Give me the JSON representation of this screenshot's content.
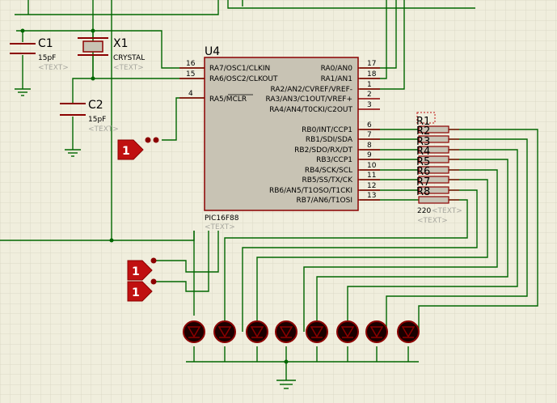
{
  "schematic": {
    "mcu": {
      "ref": "U4",
      "part": "PIC16F88",
      "text_placeholder": "<TEXT>",
      "left_pins": [
        {
          "num": "16",
          "name": "RA7/OSC1/CLKIN"
        },
        {
          "num": "15",
          "name": "RA6/OSC2/CLKOUT"
        },
        {
          "num": "4",
          "name": "RA5/MCLR"
        }
      ],
      "right_pins": [
        {
          "num": "17",
          "name": "RA0/AN0"
        },
        {
          "num": "18",
          "name": "RA1/AN1"
        },
        {
          "num": "1",
          "name": "RA2/AN2/CVREF/VREF-"
        },
        {
          "num": "2",
          "name": "RA3/AN3/C1OUT/VREF+"
        },
        {
          "num": "3",
          "name": "RA4/AN4/T0CKI/C2OUT"
        },
        {
          "num": "6",
          "name": "RB0/INT/CCP1"
        },
        {
          "num": "7",
          "name": "RB1/SDI/SDA"
        },
        {
          "num": "8",
          "name": "RB2/SDO/RX/DT"
        },
        {
          "num": "9",
          "name": "RB3/CCP1"
        },
        {
          "num": "10",
          "name": "RB4/SCK/SCL"
        },
        {
          "num": "11",
          "name": "RB5/SS/TX/CK"
        },
        {
          "num": "12",
          "name": "RB6/AN5/T1OSO/T1CKI"
        },
        {
          "num": "13",
          "name": "RB7/AN6/T1OSI"
        }
      ]
    },
    "c1": {
      "ref": "C1",
      "value": "15pF",
      "text": "<TEXT>"
    },
    "c2": {
      "ref": "C2",
      "value": "15pF",
      "text": "<TEXT>"
    },
    "x1": {
      "ref": "X1",
      "value": "CRYSTAL",
      "text": "<TEXT>"
    },
    "rpack": {
      "refs": [
        "R1",
        "R2",
        "R3",
        "R4",
        "R5",
        "R6",
        "R7",
        "R8"
      ],
      "value": "220",
      "text_placeholders": [
        "<TEXT>",
        "<TEXT>"
      ]
    },
    "logic_states": [
      {
        "value": "1"
      },
      {
        "value": "1"
      },
      {
        "value": "1"
      }
    ],
    "colors": {
      "background": "#f0eedd",
      "grid": "#dcd9c6",
      "wire": "#006600",
      "component_outline": "#8b0000",
      "ic_fill": "#c8c3b4",
      "led_fill": "#1a0000",
      "logic_fill": "#c01010"
    }
  }
}
